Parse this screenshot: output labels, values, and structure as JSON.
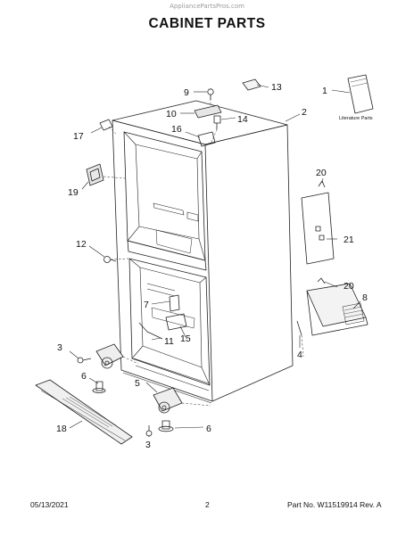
{
  "watermark": "AppliancePartsPros.com",
  "title": "CABINET PARTS",
  "literature_label": "Literature Parts",
  "callouts": {
    "c1": "1",
    "c2": "2",
    "c3a": "3",
    "c3b": "3",
    "c4": "4",
    "c5": "5",
    "c6a": "6",
    "c6b": "6",
    "c7": "7",
    "c8": "8",
    "c9": "9",
    "c10": "10",
    "c11": "11",
    "c12": "12",
    "c13": "13",
    "c14": "14",
    "c15": "15",
    "c16": "16",
    "c17": "17",
    "c18": "18",
    "c19": "19",
    "c20a": "20",
    "c20b": "20",
    "c21": "21"
  },
  "footer": {
    "date": "05/13/2021",
    "page": "2",
    "part_number": "Part No. W11519914  Rev. A"
  }
}
